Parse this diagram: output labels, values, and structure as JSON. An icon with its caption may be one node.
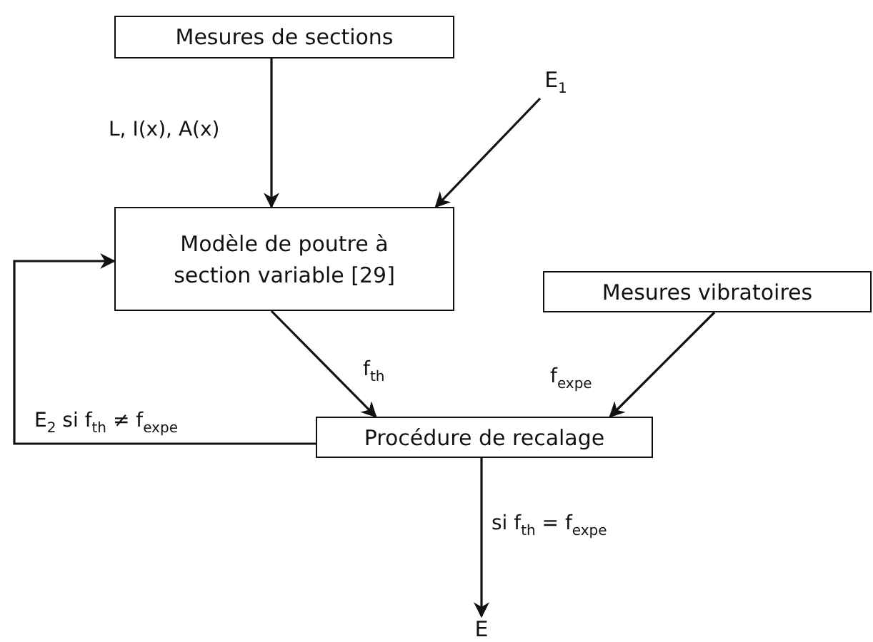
{
  "diagram": {
    "nodes": [
      {
        "text": [
          "Mesures de sections"
        ]
      },
      {
        "text": [
          "E$_{1}$"
        ]
      },
      {
        "text": [
          "Modèle de poutre à section variable [29]"
        ]
      },
      {
        "text": [
          "Mesures vibratoires"
        ]
      },
      {
        "text": [
          "Procédure de recalage"
        ]
      },
      {
        "text": [
          "E"
        ]
      }
    ],
    "edges": [
      {
        "from": 0,
        "to": 2,
        "arrow": "to",
        "label": "L, I(x), A(x)"
      },
      {
        "from": 1,
        "to": 2,
        "arrow": "to"
      },
      {
        "from": 2,
        "to": 4,
        "arrow": "to",
        "label": "f$_{th}$"
      },
      {
        "from": 3,
        "to": 4,
        "arrow": "to",
        "label": "f$_{expe}$"
      },
      {
        "from": 4,
        "to": 2,
        "arrow": "to",
        "label": "E$_{2}$ si f$_{th}$ ≠ f$_{expe}$"
      },
      {
        "from": 4,
        "to": 5,
        "arrow": "to",
        "label": "si f$_{th}$ = f$_{expe}$"
      }
    ]
  }
}
